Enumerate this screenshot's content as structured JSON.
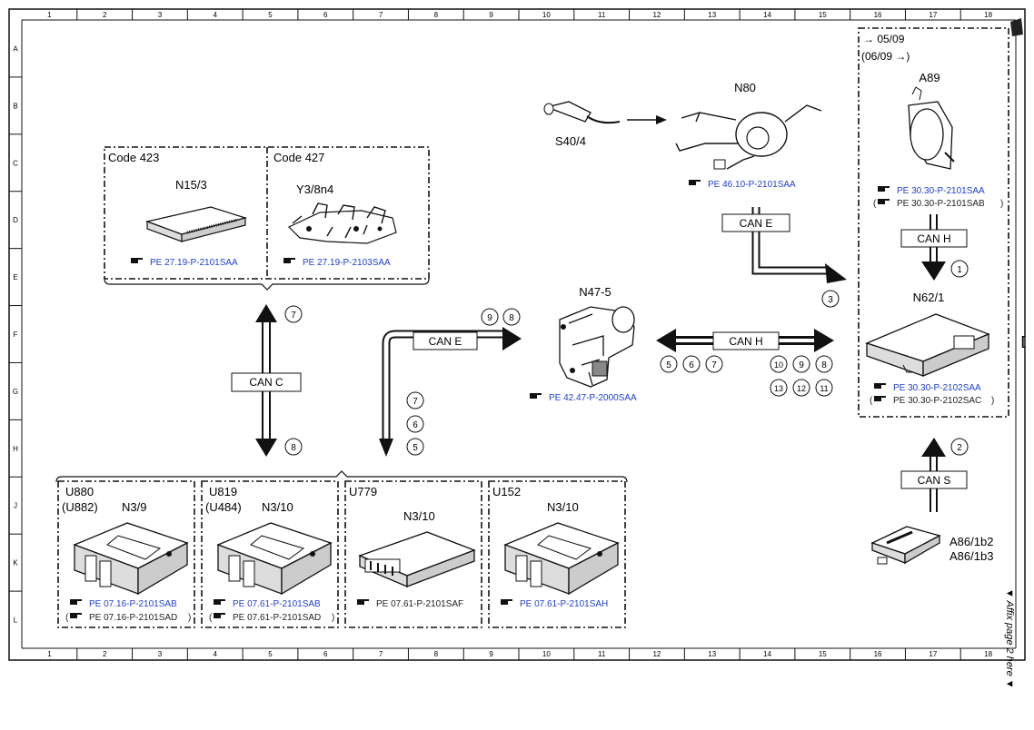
{
  "ruler": {
    "cols": [
      "1",
      "2",
      "3",
      "4",
      "5",
      "6",
      "7",
      "8",
      "9",
      "10",
      "11",
      "12",
      "13",
      "14",
      "15",
      "16",
      "17",
      "18"
    ],
    "rows": [
      "A",
      "B",
      "C",
      "D",
      "E",
      "F",
      "G",
      "H",
      "J",
      "K",
      "L"
    ]
  },
  "bus": {
    "can_c": "CAN C",
    "can_e": "CAN E",
    "can_h": "CAN H",
    "can_s": "CAN S"
  },
  "groups": {
    "code423": "Code 423",
    "code427": "Code 427",
    "u880": "U880",
    "u882": "(U882)",
    "u819": "U819",
    "u484": "(U484)",
    "u779": "U779",
    "u152": "U152",
    "date_to": "→ 05/09",
    "date_from": "(06/09 →)"
  },
  "components": {
    "n15_3": "N15/3",
    "y3_8n4": "Y3/8n4",
    "n80": "N80",
    "s40_4": "S40/4",
    "n47_5": "N47-5",
    "a89": "A89",
    "n62_1": "N62/1",
    "a86": "A86/1b2",
    "a86b": "A86/1b3",
    "n3_9": "N3/9",
    "n3_10a": "N3/10",
    "n3_10b": "N3/10",
    "n3_10c": "N3/10"
  },
  "refs": {
    "n15_3": "PE 27.19-P-2101SAA",
    "y3_8n4": "PE 27.19-P-2103SAA",
    "n80": "PE 46.10-P-2101SAA",
    "n47_5": "PE 42.47-P-2000SAA",
    "a89_1": "PE 30.30-P-2101SAA",
    "a89_2": "PE 30.30-P-2101SAB",
    "n62_1": "PE 30.30-P-2102SAA",
    "n62_2": "PE 30.30-P-2102SAC",
    "u880_1": "PE 07.16-P-2101SAB",
    "u880_2": "PE 07.16-P-2101SAD",
    "u819_1": "PE 07.61-P-2101SAB",
    "u819_2": "PE 07.61-P-2101SAD",
    "u779": "PE 07.61-P-2101SAF",
    "u152": "PE 07.61-P-2101SAH"
  },
  "callouts": {
    "c1": "1",
    "c2": "2",
    "c3": "3",
    "c5": "5",
    "c6": "6",
    "c7": "7",
    "c8": "8",
    "c9": "9",
    "c10": "10",
    "c11": "11",
    "c12": "12",
    "c13": "13"
  },
  "side": {
    "note": "▼ Affix page 2 here ▼",
    "bracket": "["
  },
  "colors": {
    "line": "#111111",
    "ref_blue": "#2040c8"
  }
}
